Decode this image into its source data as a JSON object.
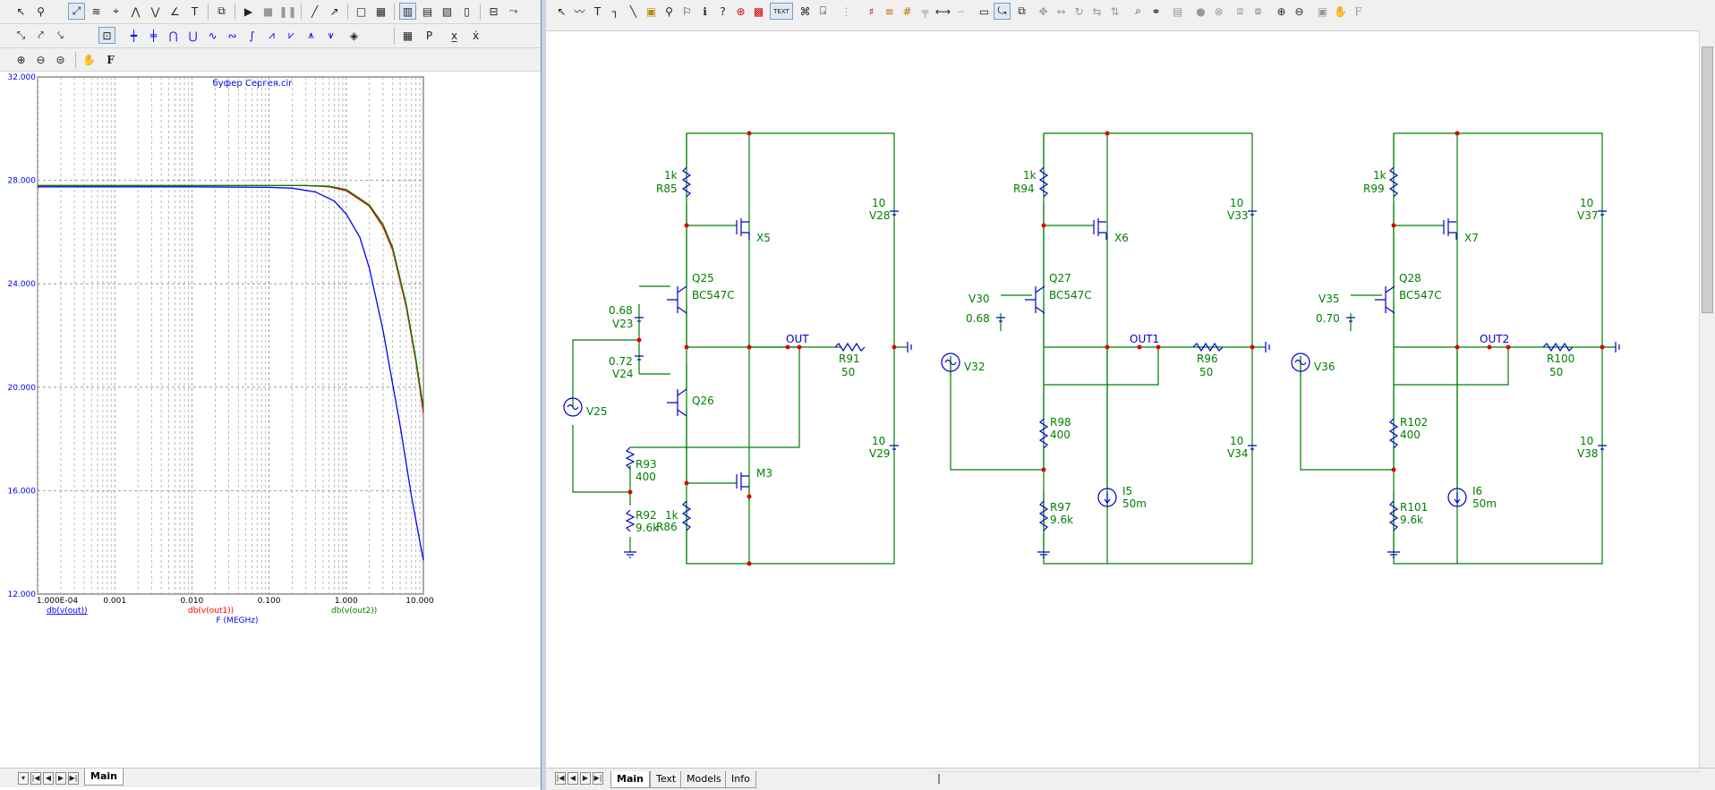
{
  "analysis": {
    "toolbar_icons": [
      "select-icon",
      "probe-icon",
      "scale-icon",
      "bode-icon",
      "cursor-icon",
      "peak-icon",
      "text-icon",
      "copy-icon",
      "run-icon",
      "stop-icon",
      "pause-icon",
      "line-icon",
      "arrow-icon",
      "grid-icon",
      "axes-icon",
      "layout-icon"
    ],
    "plot": {
      "title": "буфер Сергея.cir",
      "y_ticks": [
        "32.000",
        "28.000",
        "24.000",
        "20.000",
        "16.000",
        "12.000"
      ],
      "x_ticks": [
        "1.000E-04",
        "0.001",
        "0.010",
        "0.100",
        "1.000",
        "10.000"
      ],
      "x_label": "F (MEGHz)",
      "legend": [
        {
          "label": "db(v(out))",
          "color": "#0000ff"
        },
        {
          "label": "db(v(out1))",
          "color": "#ff0000"
        },
        {
          "label": "db(v(out2))",
          "color": "#008000"
        }
      ]
    },
    "tabs": [
      "Main"
    ]
  },
  "schematic": {
    "text_button": "TEXT",
    "tabs": [
      "Main",
      "Text",
      "Models",
      "Info"
    ],
    "labels": {
      "r85": "R85",
      "r85v": "1k",
      "x5": "X5",
      "q25": "Q25",
      "q25m": "BC547C",
      "v23v": "0.68",
      "v23": "V23",
      "v24v": "0.72",
      "v24": "V24",
      "q26": "Q26",
      "v25": "V25",
      "r93": "R93",
      "r93v": "400",
      "m3": "M3",
      "r86v": "1k",
      "r86": "R86",
      "r92": "R92",
      "r92v": "9.6k",
      "out": "OUT",
      "r91": "R91",
      "r91v": "50",
      "v28v": "10",
      "v28": "V28",
      "v29v": "10",
      "v29": "V29",
      "r94": "R94",
      "r94v": "1k",
      "x6": "X6",
      "q27": "Q27",
      "q27m": "BC547C",
      "v30": "V30",
      "v30v": "0.68",
      "v32": "V32",
      "out1": "OUT1",
      "r96": "R96",
      "r96v": "50",
      "r98": "R98",
      "r98v": "400",
      "r97": "R97",
      "r97v": "9.6k",
      "i5": "I5",
      "i5v": "50m",
      "v33v": "10",
      "v33": "V33",
      "v34v": "10",
      "v34": "V34",
      "r99": "R99",
      "r99v": "1k",
      "x7": "X7",
      "q28": "Q28",
      "q28m": "BC547C",
      "v35": "V35",
      "v35v": "0.70",
      "v36": "V36",
      "out2": "OUT2",
      "r100": "R100",
      "r100v": "50",
      "r102": "R102",
      "r102v": "400",
      "r101": "R101",
      "r101v": "9.6k",
      "i6": "I6",
      "i6v": "50m",
      "v37v": "10",
      "v37": "V37",
      "v38v": "10",
      "v38": "V38"
    }
  },
  "chart_data": {
    "type": "line",
    "title": "буфер Сергея.cir",
    "xlabel": "F (MEGHz)",
    "ylabel": "",
    "xscale": "log",
    "xlim": [
      0.0001,
      10
    ],
    "ylim": [
      12,
      32
    ],
    "grid": true,
    "series": [
      {
        "name": "db(v(out))",
        "color": "#0000ff",
        "x": [
          0.0001,
          0.01,
          0.1,
          0.2,
          0.4,
          0.7,
          1,
          1.5,
          2,
          3,
          5,
          7,
          10
        ],
        "values": [
          27.75,
          27.75,
          27.73,
          27.7,
          27.55,
          27.2,
          26.7,
          25.8,
          24.6,
          22.2,
          18.5,
          15.8,
          13.3
        ]
      },
      {
        "name": "db(v(out1))",
        "color": "#ff0000",
        "x": [
          0.0001,
          0.01,
          0.1,
          0.3,
          0.6,
          1,
          2,
          3,
          4,
          6,
          8,
          10
        ],
        "values": [
          27.8,
          27.8,
          27.8,
          27.8,
          27.75,
          27.6,
          27.0,
          26.2,
          25.3,
          23.1,
          21.0,
          19.0
        ]
      },
      {
        "name": "db(v(out2))",
        "color": "#008000",
        "x": [
          0.0001,
          0.01,
          0.1,
          0.3,
          0.6,
          1,
          2,
          3,
          4,
          6,
          8,
          10
        ],
        "values": [
          27.8,
          27.8,
          27.8,
          27.8,
          27.77,
          27.65,
          27.05,
          26.3,
          25.4,
          23.2,
          21.1,
          19.2
        ]
      }
    ]
  }
}
